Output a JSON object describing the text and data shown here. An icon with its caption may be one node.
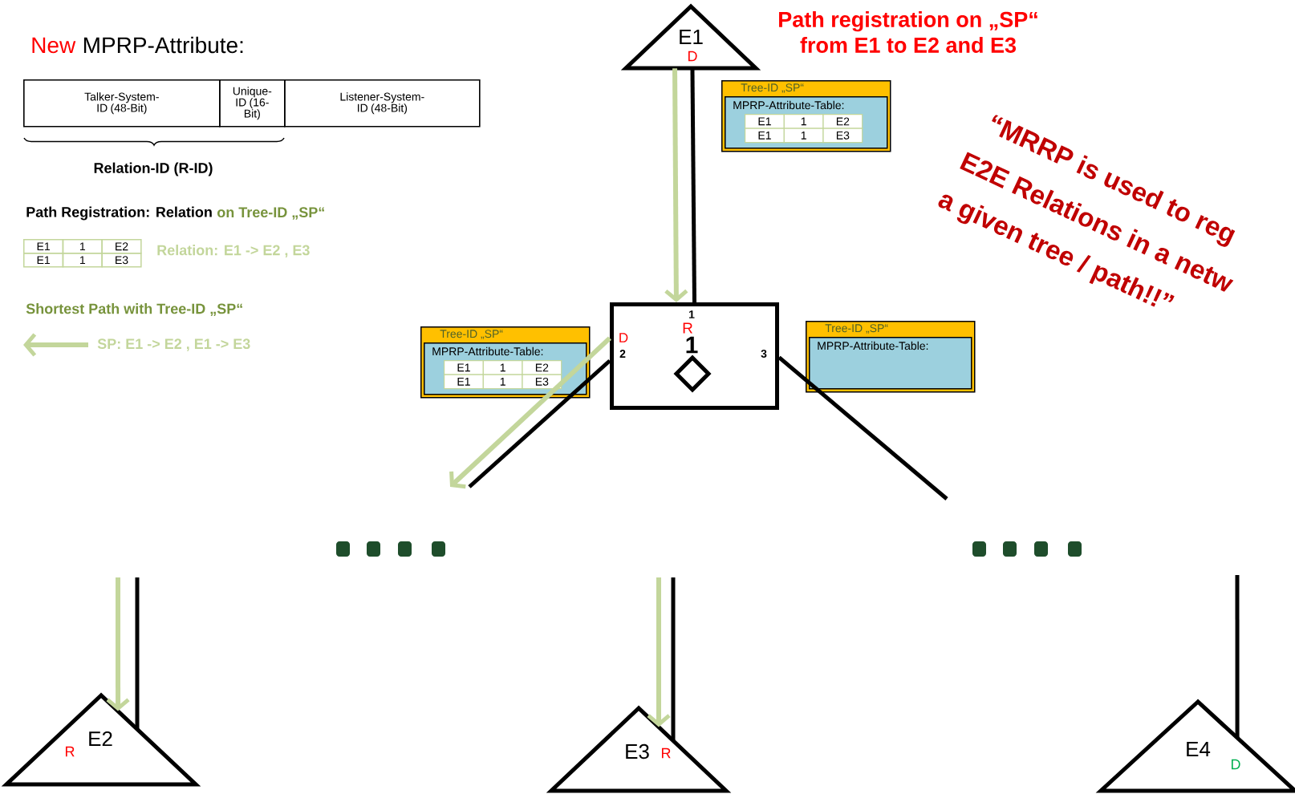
{
  "diagram": {
    "title": "Path registration on „SP“ from E1 to E2 and E3",
    "nodes": [
      {
        "text": [
          "Talker-System-ID (48-Bit)"
        ]
      },
      {
        "text": [
          "Unique-ID (16-Bit)"
        ]
      },
      {
        "text": [
          "Listener-System-ID (48-Bit)"
        ]
      },
      {
        "text": [
          "E1",
          "D"
        ]
      },
      {
        "text": [
          "1",
          "R",
          "D",
          "1",
          "2",
          "3"
        ]
      },
      {
        "text": [
          "Tree-ID „SP“"
        ]
      },
      {
        "text": [
          "MPRP-Attribute-Table:",
          "E1",
          "1",
          "E2",
          "E1",
          "1",
          "E3"
        ],
        "in": 5
      },
      {
        "text": [
          "Tree-ID „SP“"
        ]
      },
      {
        "text": [
          "MPRP-Attribute-Table:",
          "E1",
          "1",
          "E2",
          "E1",
          "1",
          "E3"
        ],
        "in": 7
      },
      {
        "text": [
          "Tree-ID „SP“"
        ]
      },
      {
        "text": [
          "MPRP-Attribute-Table:"
        ],
        "in": 9
      },
      {
        "text": [
          "E2",
          "R"
        ]
      },
      {
        "text": [
          "E3",
          "R"
        ]
      },
      {
        "text": [
          "E4",
          "D"
        ]
      }
    ],
    "edges": [
      {
        "from": 3,
        "to": 4,
        "arrow": "none"
      },
      {
        "from": 3,
        "to": 4,
        "arrow": "to",
        "color": "#c3d69b"
      },
      {
        "from": 4,
        "to": null,
        "arrow": "none"
      },
      {
        "from": 4,
        "to": null,
        "arrow": "to",
        "color": "#c3d69b"
      },
      {
        "from": 4,
        "to": null,
        "arrow": "none"
      },
      {
        "from": null,
        "to": 11,
        "arrow": "none"
      },
      {
        "from": null,
        "to": 11,
        "arrow": "to",
        "color": "#c3d69b"
      },
      {
        "from": null,
        "to": 12,
        "arrow": "none"
      },
      {
        "from": null,
        "to": 12,
        "arrow": "to",
        "color": "#c3d69b"
      },
      {
        "from": null,
        "to": 13,
        "arrow": "none"
      }
    ],
    "labels": [
      "New",
      "MPRP-Attribute:",
      "Relation-ID (R-ID)",
      "Path Registration: Relation",
      "on Tree-ID „SP“",
      "E1",
      "1",
      "E2",
      "E1",
      "1",
      "E3",
      "Relation: E1 -> E2 , E3",
      "Shortest Path with Tree-ID „SP“",
      "“MRRP is used to reg",
      "E2E Relations in a netw",
      "a given tree / path!!”"
    ],
    "legend": [
      {
        "text": "SP: E1 -> E2 , E1 -> E3"
      }
    ]
  }
}
